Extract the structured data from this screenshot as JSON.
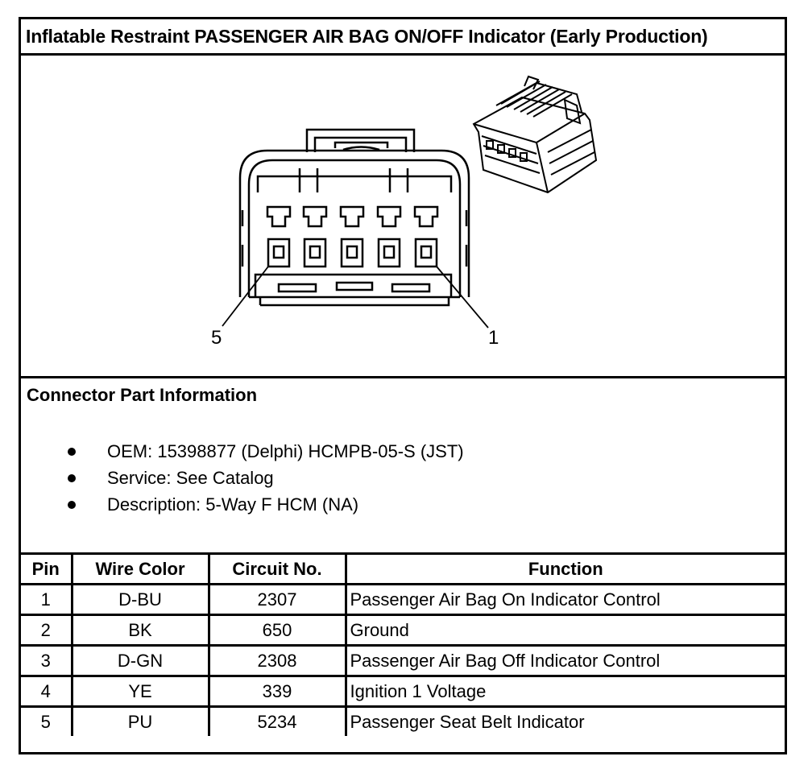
{
  "title": "Inflatable Restraint PASSENGER AIR BAG ON/OFF Indicator (Early Production)",
  "diagram": {
    "pin_labels": [
      "5",
      "1"
    ],
    "icons": [
      "connector-face-view",
      "connector-3d-view"
    ]
  },
  "connector_info": {
    "heading": "Connector Part Information",
    "items": [
      "OEM: 15398877 (Delphi) HCMPB-05-S (JST)",
      "Service: See Catalog",
      "Description: 5-Way F HCM (NA)"
    ]
  },
  "table": {
    "headers": [
      "Pin",
      "Wire Color",
      "Circuit No.",
      "Function"
    ],
    "rows": [
      [
        "1",
        "D-BU",
        "2307",
        "Passenger Air Bag On Indicator Control"
      ],
      [
        "2",
        "BK",
        "650",
        "Ground"
      ],
      [
        "3",
        "D-GN",
        "2308",
        "Passenger Air Bag Off Indicator Control"
      ],
      [
        "4",
        "YE",
        "339",
        "Ignition 1 Voltage"
      ],
      [
        "5",
        "PU",
        "5234",
        "Passenger Seat Belt Indicator"
      ]
    ]
  }
}
